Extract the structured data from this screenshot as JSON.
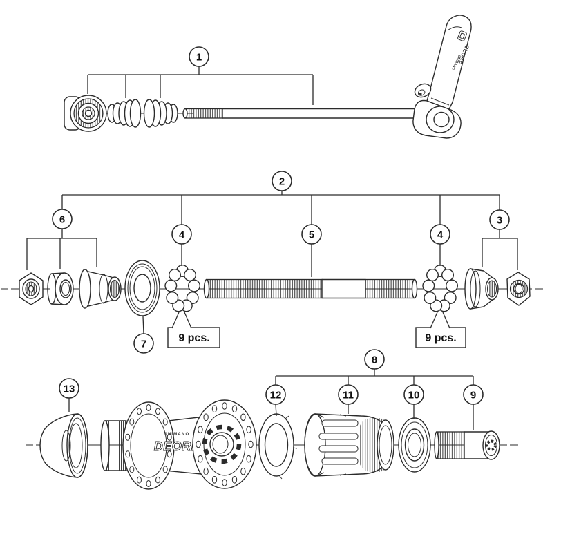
{
  "callouts": {
    "c1": "1",
    "c2": "2",
    "c3": "3",
    "c4a": "4",
    "c4b": "4",
    "c5": "5",
    "c6": "6",
    "c7": "7",
    "c8": "8",
    "c9": "9",
    "c10": "10",
    "c11": "11",
    "c12": "12",
    "c13": "13"
  },
  "annotations": {
    "pcs_left": "9 pcs.",
    "pcs_right": "9 pcs."
  },
  "hub": {
    "brand": "SHIMANO",
    "model": "DEORE"
  },
  "lever": {
    "brand": "SHIMANO",
    "label": "CLOSE"
  },
  "colors": {
    "line": "#2b2b2b",
    "background": "#ffffff",
    "label_text": "#111111"
  }
}
